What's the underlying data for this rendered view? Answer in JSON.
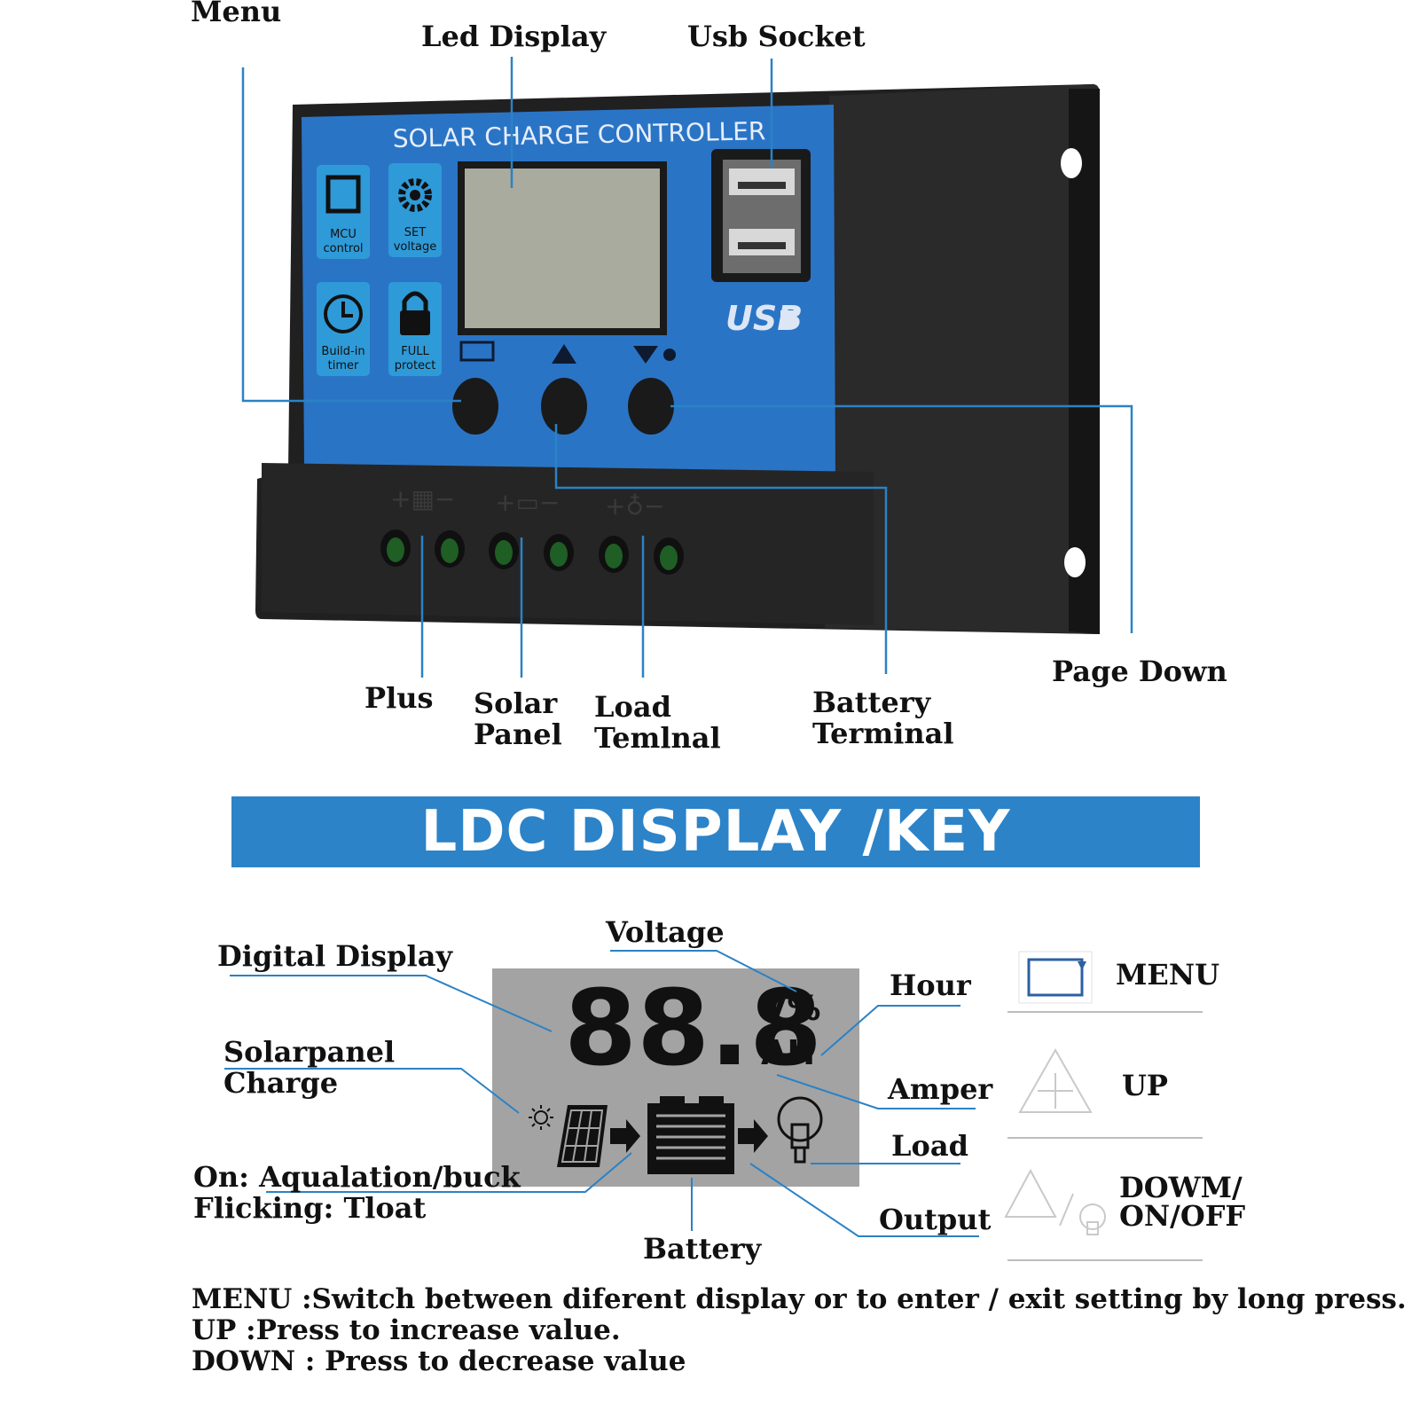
{
  "device": {
    "header": "SOLAR CHARGE CONTROLLER",
    "icons": [
      {
        "name": "mcu-icon",
        "line1": "MCU",
        "line2": "control"
      },
      {
        "name": "gear-icon",
        "line1": "SET",
        "line2": "voltage"
      },
      {
        "name": "clock-icon",
        "line1": "Build-in",
        "line2": "timer"
      },
      {
        "name": "lock-icon",
        "line1": "FULL",
        "line2": "protect"
      }
    ],
    "usb_logo": "USB",
    "colors": {
      "panel": "#2a74c6",
      "body": "#1e1e1e",
      "terminal": "#1f5e24"
    }
  },
  "callouts": {
    "menu": "Menu",
    "led_display": "Led Display",
    "usb_socket": "Usb Socket",
    "plus": "Plus",
    "solar_panel": [
      "Solar",
      "Panel"
    ],
    "load_terminal": [
      "Load",
      "Temlnal"
    ],
    "battery_terminal": [
      "Battery",
      "Terminal"
    ],
    "page_down": "Page Down"
  },
  "banner": {
    "title": "LDC DISPLAY /KEY",
    "color": "#2c83c8"
  },
  "lcd": {
    "digits": "88.8",
    "unit_top": "V%",
    "unit_bottom": "AH",
    "labels": {
      "digital_display": "Digital Display",
      "voltage": "Voltage",
      "hour": "Hour",
      "solarpanel_charge": [
        "Solarpanel",
        "Charge"
      ],
      "amper": "Amper",
      "load": "Load",
      "mode": [
        "On: Aqualation/buck",
        "Flicking: Tloat"
      ],
      "output": "Output",
      "battery": "Battery"
    }
  },
  "keys": [
    {
      "icon": "menu-icon",
      "label": "MENU"
    },
    {
      "icon": "up-icon",
      "label": "UP"
    },
    {
      "icon": "down-onoff-icon",
      "label": [
        "DOWM/",
        "ON/OFF"
      ]
    }
  ],
  "descriptions": [
    "MENU :Switch between diferent display or to enter / exit setting by long press.",
    "UP :Press to increase value.",
    "DOWN : Press to decrease value"
  ]
}
